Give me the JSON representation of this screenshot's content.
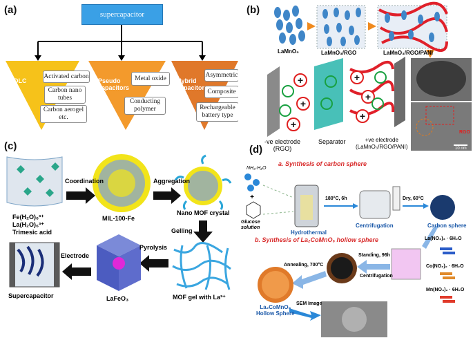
{
  "panel_a": {
    "label": "(a)",
    "root": "supercapacitor",
    "edlc": {
      "title": "EDLC",
      "items": [
        "Activated carbon",
        "Carbon nano\ntubes",
        "Carbon aerogel\netc."
      ]
    },
    "pseudo": {
      "title": "Pseudo\ncapacitors",
      "items": [
        "Metal oxide",
        "Conducting\npolymer"
      ]
    },
    "hybrid": {
      "title": "Hybrid\ncapacitor",
      "items": [
        "Asymmetric",
        "Composite",
        "Rechargeable\nbattery type"
      ]
    },
    "colors": {
      "root": "#3aa0e6",
      "edlc": "#f6c21a",
      "pseudo": "#f39a2c",
      "hybrid": "#e0782a"
    }
  },
  "panel_b": {
    "label": "(b)",
    "stage1": "LaMnO₃",
    "stage2": "LaMnO₃/RGO",
    "stage3": "LaMnO₃/RGO/PANI",
    "neg_electrode": "-ve electrode\n(RGO)",
    "separator": "Separator",
    "pos_electrode": "+ve electrode\n(LaMnO₃/RGO/PANI)",
    "tem_label_rgo": "RGO",
    "scale": "10 nm"
  },
  "panel_c": {
    "label": "(c)",
    "legend": [
      "Fe(H₂O)₆³⁺",
      "La(H₂O)₆³⁺",
      "Trimesic acid"
    ],
    "steps": {
      "coordination": "Coordination",
      "aggregation": "Aggregation",
      "gelling": "Gelling",
      "pyrolysis": "Pyrolysis",
      "electrode": "Electrode"
    },
    "labels": {
      "mil": "MIL-100-Fe",
      "nano": "Nano MOF crystal",
      "gel": "MOF gel with La³⁺",
      "lafeo": "LaFeO₃",
      "supercap": "Supercapacitor"
    }
  },
  "panel_d": {
    "label": "(d)",
    "title_a": "a. Synthesis of carbon sphere",
    "title_b": "b. Synthesis of La₂CoMnO₆ hollow sphere",
    "nh": "NH₃·H₂O",
    "glucose": "Glucose\nsolution",
    "hydrothermal": "Hydrothermal",
    "cond1": "180°C, 6h",
    "centrifugation": "Centrifugation",
    "dry": "Dry, 60°C",
    "carbon": "Carbon sphere",
    "reagents": [
      "La(NO₃)₃ · 6H₂O",
      "Co(NO₃)₂ · 6H₂O",
      "Mn(NO₃)₂ · 6H₂O"
    ],
    "standing": "Standing, 96h",
    "centrifugation2": "Centrifugation",
    "annealing": "Annealing, 700°C",
    "product": "La₂CoMnO₆\nHollow Sphere",
    "sem": "SEM Image"
  }
}
